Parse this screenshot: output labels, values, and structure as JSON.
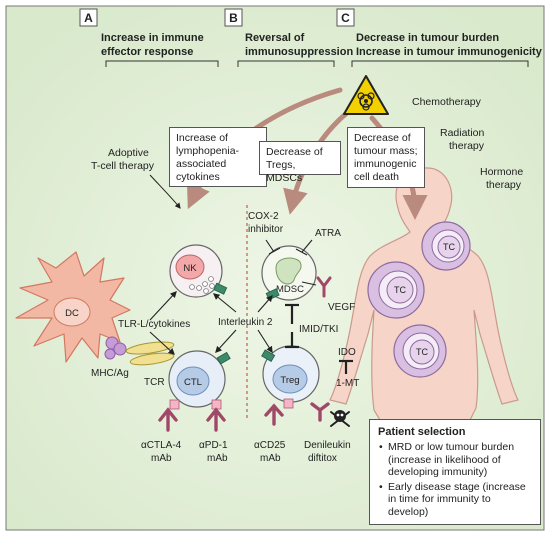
{
  "panels": [
    {
      "letter": "A",
      "title_lines": [
        "Increase in immune",
        "effector response"
      ]
    },
    {
      "letter": "B",
      "title_lines": [
        "Reversal of",
        "immunosuppression"
      ]
    },
    {
      "letter": "C",
      "title_lines": [
        "Decrease in tumour burden",
        "Increase in tumour immunogenicity"
      ]
    }
  ],
  "boxes": {
    "lymphopenia": "Increase of lymphopenia-associated cytokines",
    "tregs": "Decrease of Tregs, MDSCs",
    "tumour_mass": "Decrease of tumour mass; immunogenic cell death"
  },
  "therapies": {
    "chemotherapy": "Chemotherapy",
    "radiation": [
      "Radiation",
      "therapy"
    ],
    "hormone": [
      "Hormone",
      "therapy"
    ],
    "adoptive": [
      "Adoptive",
      "T-cell therapy"
    ]
  },
  "cells": {
    "dc": "DC",
    "nk": "NK",
    "ctl": "CTL",
    "mdsc": "MDSC",
    "treg": "Treg",
    "tc": "TC"
  },
  "labels": {
    "tlr": "TLR-L/cytokines",
    "il2": "Interleukin 2",
    "imid": "IMID/TKI",
    "mhc": "MHC/Ag",
    "tcr": "TCR",
    "cox2": [
      "COX-2",
      "inhibitor"
    ],
    "atra": "ATRA",
    "vegf": "VEGF",
    "ido": "IDO",
    "one_mt": "1-MT",
    "ctla4": [
      "αCTLA-4",
      "mAb"
    ],
    "pd1": [
      "αPD-1",
      "mAb"
    ],
    "cd25": [
      "αCD25",
      "mAb"
    ],
    "denileukin": [
      "Denileukin",
      "diftitox"
    ]
  },
  "patient_selection": {
    "title": "Patient selection",
    "items": [
      "MRD or low tumour burden (increase in likelihood of developing immunity)",
      "Early disease stage (increase in time for immunity to develop)"
    ]
  },
  "colors": {
    "background": "#e6f1dc",
    "arrow_brown": "#b98a7e",
    "dc_fill": "#f2b8a4",
    "nk_fill": "#f6c9c3",
    "ctl_fill": "#b6cbe6",
    "mdsc_fill": "#cfe3c0",
    "tc_fill": "#e7d3ec",
    "body_fill": "#f6d4c7",
    "red_text": "#c0392b",
    "hazard_yellow": "#f3d000"
  }
}
